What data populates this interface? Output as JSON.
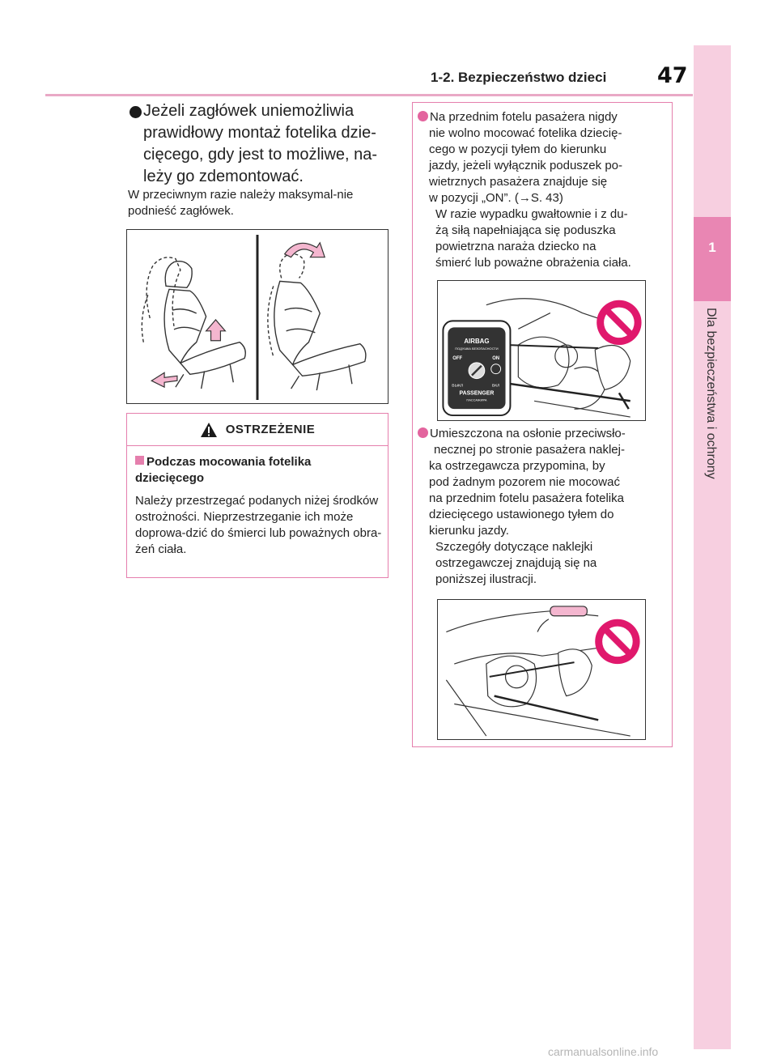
{
  "header": {
    "section_title": "1-2. Bezpieczeństwo dzieci",
    "page_number": "47"
  },
  "side_tab": {
    "chapter_number": "1",
    "chapter_title": "Dla bezpieczeństwa i ochrony"
  },
  "left_bullet": {
    "text": "Jeżeli zagłówek uniemożliwia prawidłowy montaż fotelika dzie-cięcego, gdy jest to możliwe, na-leży go zdemontować."
  },
  "left_note": {
    "text": "W przeciwnym razie należy maksymal-nie podnieść zagłówek."
  },
  "warning": {
    "heading": "OSTRZEŻENIE",
    "subheading": "Podczas mocowania fotelika dziecięcego",
    "body": "Należy przestrzegać podanych niżej środków ostrożności. Nieprzestrzeganie ich może doprowa-dzić do śmierci lub poważnych obra-żeń ciała."
  },
  "right_bullets": [
    {
      "lines": [
        "Na przednim fotelu pasażera nigdy",
        "nie wolno mocować fotelika dziecię-",
        "cego w pozycji tyłem do kierunku",
        "jazdy, jeżeli wyłącznik poduszek po-",
        "wietrznych pasażera znajduje się",
        "w pozycji „ON”. (→S. 43)"
      ],
      "sub_lines": [
        "W razie wypadku gwałtownie i z du-",
        "żą siłą napełniająca się poduszka",
        "powietrzna naraża dziecko na",
        "śmierć lub poważne obrażenia ciała."
      ]
    },
    {
      "lines": [
        "Umieszczona na osłonie przeciwsło-",
        "necznej po stronie pasażera naklej-",
        "ka ostrzegawcza przypomina, by",
        "pod żadnym pozorem nie mocować",
        "na przednim fotelu pasażera fotelika",
        "dziecięcego ustawionego tyłem do",
        "kierunku jazdy."
      ],
      "sub_lines": [
        "Szczegóły dotyczące naklejki",
        "ostrzegawczej znajdują się na",
        "poniższej ilustracji."
      ]
    }
  ],
  "airbag_switch": {
    "title": "AIRBAG",
    "title_ru": "ПОДУШКА БЕЗОПАСНОСТИ",
    "off": "OFF",
    "on": "ON",
    "off_ru": "ВЫКЛ",
    "on_ru": "ВКЛ",
    "passenger": "PASSENGER",
    "passenger_ru": "ПАССАЖИРА"
  },
  "colors": {
    "accent_pink": "#e57fad",
    "tab_pink": "#f7cfe0",
    "prohibition_red": "#e0186c"
  },
  "watermark": "carmanualsonline.info"
}
